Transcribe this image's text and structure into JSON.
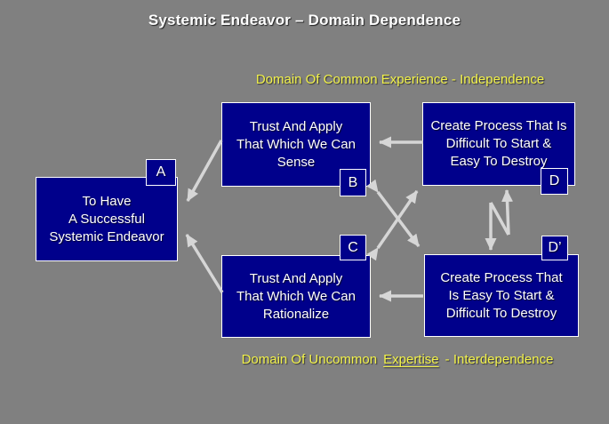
{
  "title": "Systemic Endeavor – Domain Dependence",
  "domain_labels": {
    "top": "Domain Of Common Experience - Independence",
    "bottom_prefix": "Domain Of Uncommon",
    "bottom_underlined": "Expertise",
    "bottom_suffix": "- Interdependence"
  },
  "nodes": {
    "a": {
      "tag": "A",
      "text": "To Have\nA Successful\nSystemic Endeavor"
    },
    "b": {
      "tag": "B",
      "text": "Trust And Apply\nThat Which We Can\nSense"
    },
    "c": {
      "tag": "C",
      "text": "Trust And Apply\nThat Which We Can\nRationalize"
    },
    "d": {
      "tag": "D",
      "text": "Create Process That Is\nDifficult To Start &\nEasy To Destroy"
    },
    "d2": {
      "tag": "D’",
      "text": "Create Process That\nIs Easy To Start &\nDifficult To Destroy"
    }
  },
  "connections": [
    {
      "from": "B",
      "to": "A",
      "style": "single-arrow"
    },
    {
      "from": "C",
      "to": "A",
      "style": "single-arrow"
    },
    {
      "from": "D",
      "to": "B",
      "style": "single-arrow"
    },
    {
      "from": "D’",
      "to": "C",
      "style": "single-arrow"
    },
    {
      "from": "B",
      "to": "D’",
      "style": "double-arrow"
    },
    {
      "from": "C",
      "to": "D",
      "style": "double-arrow"
    },
    {
      "from": "D",
      "to": "D’",
      "style": "n-shaped-double-arrow"
    }
  ],
  "colors": {
    "background": "#808080",
    "node_fill": "#00008B",
    "node_border": "#FFFFFF",
    "node_text": "#FFFFFF",
    "arrow": "#D6D6D6",
    "title_text": "#FFFFFF",
    "domain_text": "#F2F24A"
  }
}
